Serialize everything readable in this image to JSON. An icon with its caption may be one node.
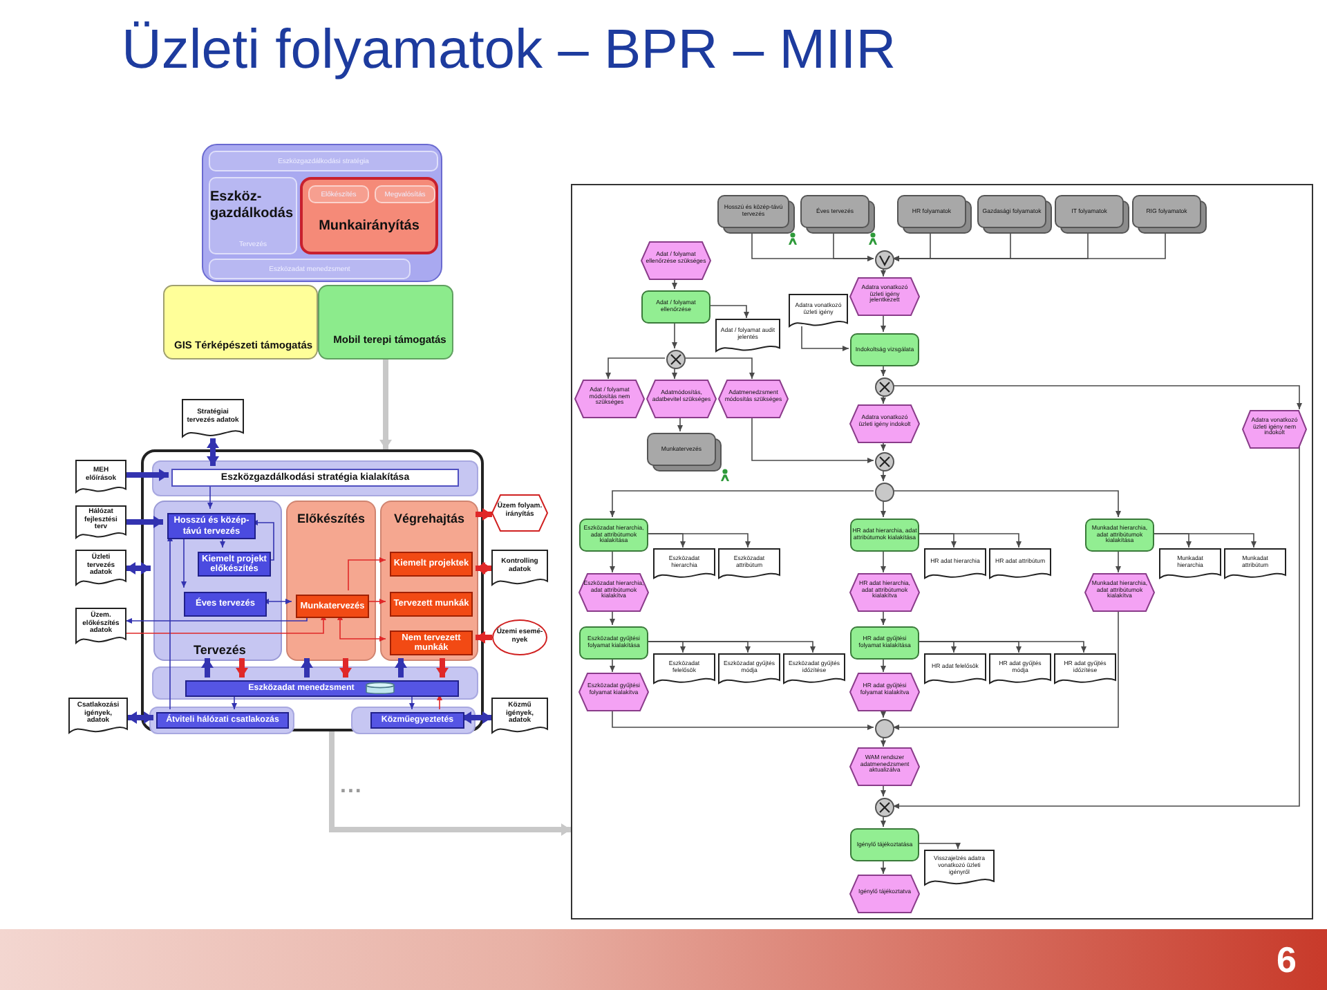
{
  "diagram": {
    "title": "Üzleti folyamatok – BPR – MIIR",
    "nodes": [
      {
        "text": [
          "GIS Térképészeti támogatás"
        ]
      },
      {
        "text": [
          "Mobil terepi támogatás"
        ]
      },
      {
        "text": [],
        "shape": "box"
      },
      {
        "text": [
          "Eszközgazdálkodási stratégia"
        ],
        "in": 2
      },
      {
        "text": [
          "Eszköz-gazdálkodás",
          "Tervezés"
        ],
        "in": 2
      },
      {
        "text": [
          "Eszközadat menedzsment"
        ],
        "in": 2
      },
      {
        "text": [
          "Munkairányítás"
        ],
        "in": 2
      },
      {
        "text": [
          "Előkészítés"
        ],
        "in": 6
      },
      {
        "text": [
          "Megvalósítás"
        ],
        "in": 6
      },
      {
        "text": [
          "Stratégiai tervezés adatok"
        ]
      },
      {
        "text": [
          "MEH előírások"
        ]
      },
      {
        "text": [
          "Hálózat fejlesztési terv"
        ]
      },
      {
        "text": [
          "Üzleti tervezés adatok"
        ]
      },
      {
        "text": [
          "Üzem. előkészítés adatok"
        ]
      },
      {
        "text": [
          "Csatlakozási igények, adatok"
        ]
      },
      {
        "text": [],
        "shape": "box"
      },
      {
        "text": [
          "Eszközgazdálkodási stratégia kialakítása"
        ],
        "in": 15
      },
      {
        "text": [
          "Tervezés"
        ],
        "in": 15
      },
      {
        "text": [
          "Hosszú és közép-távú tervezés"
        ],
        "in": 17
      },
      {
        "text": [
          "Kiemelt projekt előkészítés"
        ],
        "in": 17
      },
      {
        "text": [
          "Éves tervezés"
        ],
        "in": 17
      },
      {
        "text": [
          "Előkészítés"
        ],
        "in": 15
      },
      {
        "text": [
          "Munkatervezés"
        ],
        "in": 21
      },
      {
        "text": [
          "Végrehajtás"
        ],
        "in": 15
      },
      {
        "text": [
          "Kiemelt projektek"
        ],
        "in": 23
      },
      {
        "text": [
          "Tervezett munkák"
        ],
        "in": 23
      },
      {
        "text": [
          "Nem tervezett munkák"
        ],
        "in": 23
      },
      {
        "text": [
          "Eszközadat menedzsment"
        ],
        "in": 15
      },
      {
        "text": [
          "Átviteli hálózati csatlakozás"
        ],
        "in": 15
      },
      {
        "text": [
          "Közműegyeztetés"
        ],
        "in": 15
      },
      {
        "text": [
          "Üzem folyam. irányítás"
        ]
      },
      {
        "text": [
          "Kontrolling adatok"
        ]
      },
      {
        "text": [
          "Üzemi esemé-nyek"
        ]
      },
      {
        "text": [
          "Közmű igények, adatok"
        ]
      },
      {
        "text": [],
        "shape": "box"
      },
      {
        "text": [
          "Hosszú és közép-távú tervezés"
        ],
        "in": 34
      },
      {
        "text": [
          "Éves tervezés"
        ],
        "in": 34
      },
      {
        "text": [
          "HR folyamatok"
        ],
        "in": 34
      },
      {
        "text": [
          "Gazdasági folyamatok"
        ],
        "in": 34
      },
      {
        "text": [
          "IT folyamatok"
        ],
        "in": 34
      },
      {
        "text": [
          "RIG folyamatok"
        ],
        "in": 34
      },
      {
        "text": [],
        "shape": "circle",
        "in": 34
      },
      {
        "text": [
          "Adatra vonatkozó üzleti igény jelentkezett"
        ],
        "in": 34
      },
      {
        "text": [
          "Adatra vonatkozó üzleti igény"
        ],
        "in": 34
      },
      {
        "text": [
          "Indokoltság vizsgálata"
        ],
        "in": 34
      },
      {
        "text": [],
        "shape": "circle",
        "in": 34
      },
      {
        "text": [
          "Adatra vonatkozó üzleti igény indokolt"
        ],
        "in": 34
      },
      {
        "text": [
          "Adat / folyamat ellenőrzése szükséges"
        ],
        "in": 34
      },
      {
        "text": [
          "Adat / folyamat ellenőrzése"
        ],
        "in": 34
      },
      {
        "text": [
          "Adat / folyamat audit jelentés"
        ],
        "in": 34
      },
      {
        "text": [],
        "shape": "circle",
        "in": 34
      },
      {
        "text": [
          "Adat / folyamat módosítás nem szükséges"
        ],
        "in": 34
      },
      {
        "text": [
          "Adatmódosítás, adatbevitel szükséges"
        ],
        "in": 34
      },
      {
        "text": [
          "Adatmenedzsment módosítás szükséges"
        ],
        "in": 34
      },
      {
        "text": [
          "Munkatervezés"
        ],
        "in": 34
      },
      {
        "text": [],
        "shape": "circle",
        "in": 34
      },
      {
        "text": [
          "Adatra vonatkozó üzleti igény nem indokolt"
        ],
        "in": 34
      },
      {
        "text": [],
        "shape": "circle",
        "in": 34
      },
      {
        "text": [
          "Eszközadat hierarchia, adat attribútumok kialakítása"
        ],
        "in": 34
      },
      {
        "text": [
          "Eszközadat hierarchia"
        ],
        "in": 34
      },
      {
        "text": [
          "Eszközadat attribútum"
        ],
        "in": 34
      },
      {
        "text": [
          "Eszközadat hierarchia, adat attribútumok kialakítva"
        ],
        "in": 34
      },
      {
        "text": [
          "Eszközadat gyűjtési folyamat kialakítása"
        ],
        "in": 34
      },
      {
        "text": [
          "Eszközadat felelősök"
        ],
        "in": 34
      },
      {
        "text": [
          "Eszközadat gyűjtés módja"
        ],
        "in": 34
      },
      {
        "text": [
          "Eszközadat gyűjtés időzítése"
        ],
        "in": 34
      },
      {
        "text": [
          "Eszközadat gyűjtési folyamat kialakítva"
        ],
        "in": 34
      },
      {
        "text": [
          "HR adat hierarchia, adat attribútumok kialakítása"
        ],
        "in": 34
      },
      {
        "text": [
          "HR adat hierarchia"
        ],
        "in": 34
      },
      {
        "text": [
          "HR adat attribútum"
        ],
        "in": 34
      },
      {
        "text": [
          "HR adat hierarchia, adat attribútumok kialakítva"
        ],
        "in": 34
      },
      {
        "text": [
          "HR adat gyűjtési folyamat kialakítása"
        ],
        "in": 34
      },
      {
        "text": [
          "HR adat felelősök"
        ],
        "in": 34
      },
      {
        "text": [
          "HR adat gyűjtés módja"
        ],
        "in": 34
      },
      {
        "text": [
          "HR adat gyűjtés időzítése"
        ],
        "in": 34
      },
      {
        "text": [
          "HR adat gyűjtési folyamat kialakítva"
        ],
        "in": 34
      },
      {
        "text": [
          "Munkadat hierarchia, adat attribútumok kialakítása"
        ],
        "in": 34
      },
      {
        "text": [
          "Munkadat hierarchia"
        ],
        "in": 34
      },
      {
        "text": [
          "Munkadat attribútum"
        ],
        "in": 34
      },
      {
        "text": [
          "Munkadat hierarchia, adat attribútumok kialakítva"
        ],
        "in": 34
      },
      {
        "text": [],
        "shape": "circle",
        "in": 34
      },
      {
        "text": [
          "WAM rendszer adatmenedzsment aktualizálva"
        ],
        "in": 34
      },
      {
        "text": [],
        "shape": "circle",
        "in": 34
      },
      {
        "text": [
          "Igénylő tájékoztatása"
        ],
        "in": 34
      },
      {
        "text": [
          "Visszajelzés adatra vonatkozó üzleti igényről"
        ],
        "in": 34
      },
      {
        "text": [
          "Igénylő tájékoztatva"
        ],
        "in": 34
      }
    ],
    "edges": [
      {
        "from": 1,
        "to": 15,
        "arrow": "to",
        "style": "thick",
        "color": "#c8c8c8"
      },
      {
        "from": 15,
        "to": 34,
        "arrow": "to",
        "style": "thick",
        "color": "#c8c8c8"
      },
      {
        "from": 9,
        "to": 16,
        "arrow": "both",
        "style": "thick",
        "color": "#3333b0"
      },
      {
        "from": 10,
        "to": 16,
        "arrow": "to",
        "style": "thick",
        "color": "#3333b0"
      },
      {
        "from": 11,
        "to": 18,
        "arrow": "to",
        "style": "thick",
        "color": "#3333b0"
      },
      {
        "from": 12,
        "to": 17,
        "arrow": "both",
        "style": "thick",
        "color": "#3333b0"
      },
      {
        "from": 22,
        "to": 13,
        "arrow": "to",
        "color": "#3333b0"
      },
      {
        "from": 13,
        "to": 22,
        "arrow": "to",
        "color": "#e02828"
      },
      {
        "from": 14,
        "to": 28,
        "arrow": "both",
        "style": "thick",
        "color": "#3333b0"
      },
      {
        "from": 23,
        "to": 30,
        "arrow": "to",
        "style": "thick",
        "color": "#e02828"
      },
      {
        "from": 31,
        "to": 23,
        "arrow": "both",
        "style": "thick",
        "color": "#e02828"
      },
      {
        "from": 32,
        "to": 23,
        "arrow": "to",
        "style": "thick",
        "color": "#e02828"
      },
      {
        "from": 33,
        "to": 29,
        "arrow": "both",
        "style": "thick",
        "color": "#3333b0"
      },
      {
        "from": 16,
        "to": 18,
        "arrow": "to",
        "color": "#3333b0"
      },
      {
        "from": 18,
        "to": 19,
        "arrow": "to",
        "color": "#3333b0"
      },
      {
        "from": 18,
        "to": 20,
        "arrow": "to",
        "color": "#3333b0"
      },
      {
        "from": 19,
        "to": 18,
        "arrow": "to",
        "color": "#3333b0"
      },
      {
        "from": 20,
        "to": 22,
        "arrow": "both",
        "color": "#3333b0"
      },
      {
        "from": 22,
        "to": 24,
        "arrow": "to",
        "color": "#e02828"
      },
      {
        "from": 22,
        "to": 25,
        "arrow": "to",
        "color": "#e02828"
      },
      {
        "from": 22,
        "to": 26,
        "arrow": "both",
        "color": "#e02828"
      },
      {
        "from": 28,
        "to": 18,
        "arrow": "to",
        "color": "#3333b0"
      },
      {
        "from": 27,
        "to": 28,
        "arrow": "to",
        "color": "#3333b0"
      },
      {
        "from": 27,
        "to": 29,
        "arrow": "to",
        "color": "#3333b0"
      },
      {
        "from": 29,
        "to": 27,
        "arrow": "to",
        "color": "#e02828"
      },
      {
        "from": 27,
        "to": 17,
        "arrow": "to",
        "style": "thick",
        "color": "#3333b0"
      },
      {
        "from": 17,
        "to": 27,
        "arrow": "to",
        "style": "thick",
        "color": "#e02828"
      },
      {
        "from": 27,
        "to": 21,
        "arrow": "to",
        "style": "thick",
        "color": "#3333b0"
      },
      {
        "from": 21,
        "to": 27,
        "arrow": "to",
        "style": "thick",
        "color": "#e02828"
      },
      {
        "from": 27,
        "to": 23,
        "arrow": "to",
        "style": "thick",
        "color": "#3333b0"
      },
      {
        "from": 23,
        "to": 27,
        "arrow": "to",
        "style": "thick",
        "color": "#e02828"
      },
      {
        "from": 35,
        "to": 41,
        "arrow": "to"
      },
      {
        "from": 36,
        "to": 41,
        "arrow": "to"
      },
      {
        "from": 37,
        "to": 41,
        "arrow": "to"
      },
      {
        "from": 38,
        "to": 41,
        "arrow": "to"
      },
      {
        "from": 39,
        "to": 41,
        "arrow": "to"
      },
      {
        "from": 40,
        "to": 41,
        "arrow": "to"
      },
      {
        "from": 41,
        "to": 42,
        "arrow": "to"
      },
      {
        "from": 42,
        "to": 44,
        "arrow": "to"
      },
      {
        "from": 43,
        "to": 44,
        "arrow": "to"
      },
      {
        "from": 44,
        "to": 45,
        "arrow": "to"
      },
      {
        "from": 45,
        "to": 46,
        "arrow": "to"
      },
      {
        "from": 45,
        "to": 56,
        "arrow": "to"
      },
      {
        "from": 47,
        "to": 48,
        "arrow": "to"
      },
      {
        "from": 48,
        "to": 49,
        "arrow": "to"
      },
      {
        "from": 48,
        "to": 50,
        "arrow": "to"
      },
      {
        "from": 50,
        "to": 51,
        "arrow": "to"
      },
      {
        "from": 50,
        "to": 52,
        "arrow": "to"
      },
      {
        "from": 50,
        "to": 53,
        "arrow": "to"
      },
      {
        "from": 52,
        "to": 54,
        "arrow": "to"
      },
      {
        "from": 53,
        "to": 55,
        "arrow": "to"
      },
      {
        "from": 46,
        "to": 55,
        "arrow": "to"
      },
      {
        "from": 55,
        "to": 57,
        "arrow": "to"
      },
      {
        "from": 57,
        "to": 58,
        "arrow": "to"
      },
      {
        "from": 57,
        "to": 67,
        "arrow": "to"
      },
      {
        "from": 57,
        "to": 76,
        "arrow": "to"
      },
      {
        "from": 58,
        "to": 59,
        "arrow": "to"
      },
      {
        "from": 58,
        "to": 60,
        "arrow": "to"
      },
      {
        "from": 58,
        "to": 61,
        "arrow": "to"
      },
      {
        "from": 61,
        "to": 62,
        "arrow": "to"
      },
      {
        "from": 62,
        "to": 63,
        "arrow": "to"
      },
      {
        "from": 62,
        "to": 64,
        "arrow": "to"
      },
      {
        "from": 62,
        "to": 65,
        "arrow": "to"
      },
      {
        "from": 62,
        "to": 66,
        "arrow": "to"
      },
      {
        "from": 67,
        "to": 68,
        "arrow": "to"
      },
      {
        "from": 67,
        "to": 69,
        "arrow": "to"
      },
      {
        "from": 67,
        "to": 70,
        "arrow": "to"
      },
      {
        "from": 70,
        "to": 71,
        "arrow": "to"
      },
      {
        "from": 71,
        "to": 72,
        "arrow": "to"
      },
      {
        "from": 71,
        "to": 73,
        "arrow": "to"
      },
      {
        "from": 71,
        "to": 74,
        "arrow": "to"
      },
      {
        "from": 71,
        "to": 75,
        "arrow": "to"
      },
      {
        "from": 76,
        "to": 77,
        "arrow": "to"
      },
      {
        "from": 76,
        "to": 78,
        "arrow": "to"
      },
      {
        "from": 76,
        "to": 79,
        "arrow": "to"
      },
      {
        "from": 66,
        "to": 80,
        "arrow": "to"
      },
      {
        "from": 75,
        "to": 80,
        "arrow": "to"
      },
      {
        "from": 79,
        "to": 80,
        "arrow": "to"
      },
      {
        "from": 80,
        "to": 81,
        "arrow": "to"
      },
      {
        "from": 81,
        "to": 82,
        "arrow": "to"
      },
      {
        "from": 56,
        "to": 82,
        "arrow": "to"
      },
      {
        "from": 82,
        "to": 83,
        "arrow": "to"
      },
      {
        "from": 83,
        "to": 84,
        "arrow": "to"
      },
      {
        "from": 83,
        "to": 85,
        "arrow": "to"
      }
    ],
    "labels": [
      "...",
      "6"
    ]
  }
}
